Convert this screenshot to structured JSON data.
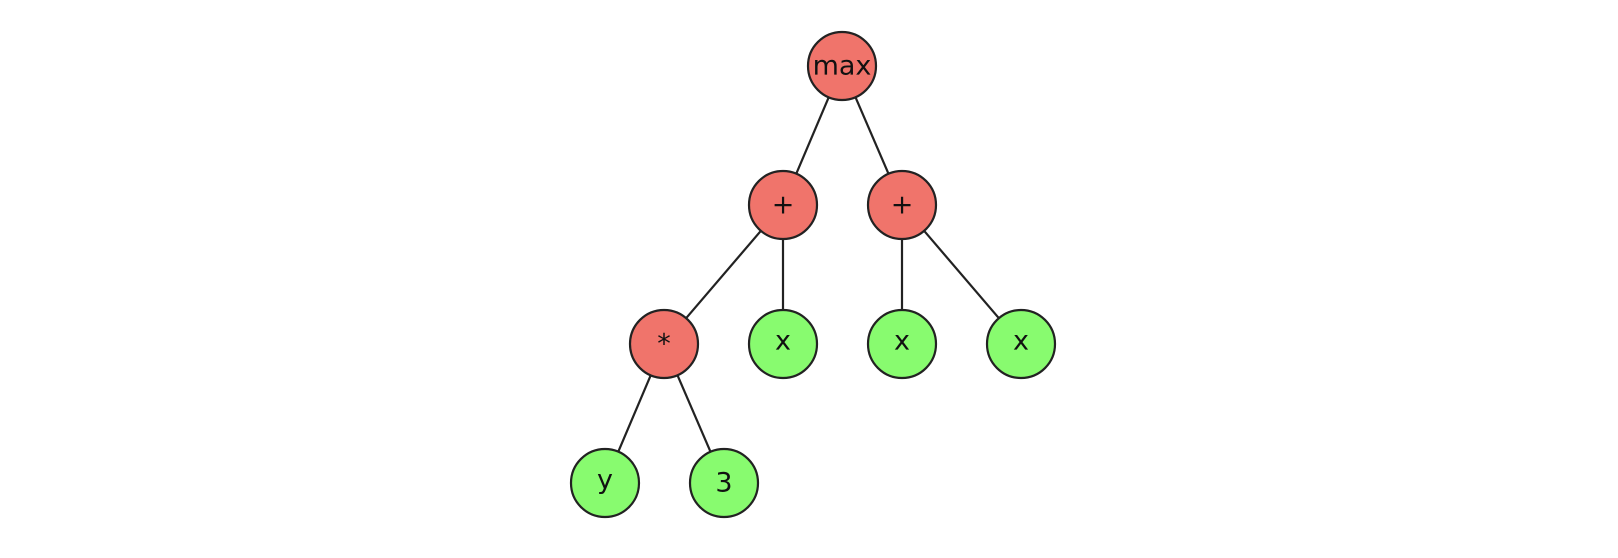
{
  "colors": {
    "operator_fill": "#f0746b",
    "leaf_fill": "#88fb6f",
    "edge": "#222222"
  },
  "tree": {
    "nodes": [
      {
        "id": "n0",
        "label": "max",
        "kind": "operator"
      },
      {
        "id": "n1",
        "label": "+",
        "kind": "operator"
      },
      {
        "id": "n2",
        "label": "+",
        "kind": "operator"
      },
      {
        "id": "n3",
        "label": "*",
        "kind": "operator"
      },
      {
        "id": "n4",
        "label": "x",
        "kind": "leaf"
      },
      {
        "id": "n5",
        "label": "x",
        "kind": "leaf"
      },
      {
        "id": "n6",
        "label": "x",
        "kind": "leaf"
      },
      {
        "id": "n7",
        "label": "y",
        "kind": "leaf"
      },
      {
        "id": "n8",
        "label": "3",
        "kind": "leaf"
      }
    ],
    "edges": [
      {
        "from": "n0",
        "to": "n1"
      },
      {
        "from": "n0",
        "to": "n2"
      },
      {
        "from": "n1",
        "to": "n3"
      },
      {
        "from": "n1",
        "to": "n4"
      },
      {
        "from": "n2",
        "to": "n5"
      },
      {
        "from": "n2",
        "to": "n6"
      },
      {
        "from": "n3",
        "to": "n7"
      },
      {
        "from": "n3",
        "to": "n8"
      }
    ]
  }
}
